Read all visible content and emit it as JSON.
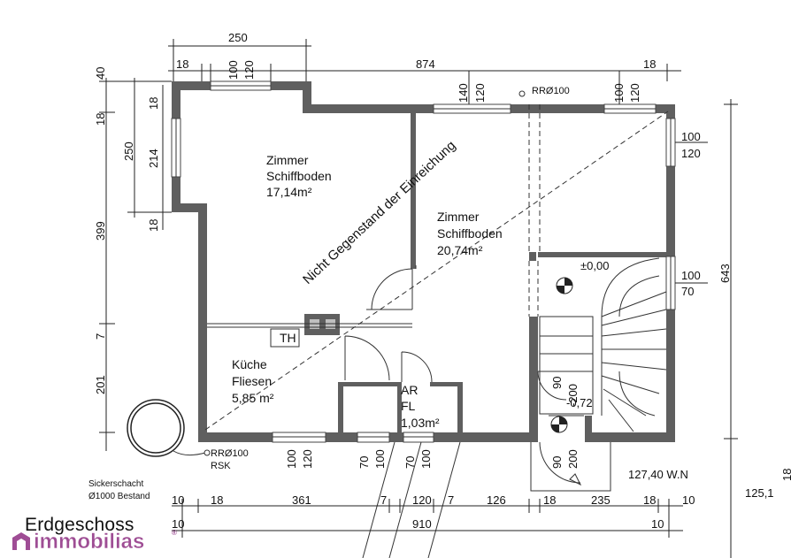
{
  "plan": {
    "floor_label": "Erdgeschoss",
    "watermark": "Nicht Gegenstand der Einreichung",
    "rooms": [
      {
        "name": "Zimmer",
        "floor": "Schiffboden",
        "area": "17,14m²"
      },
      {
        "name": "Zimmer",
        "floor": "Schiffboden",
        "area": "20,74m²"
      },
      {
        "name": "Küche",
        "floor": "Fliesen",
        "area": "5,85 m²"
      },
      {
        "name": "AR",
        "floor": "FL",
        "area": "1,03m²"
      }
    ],
    "labels": {
      "th": "TH",
      "rr_top": "RRØ100",
      "rr_bottom": "RRØ100",
      "rsk": "RSK",
      "sickerschacht": "Sickerschacht",
      "sickerschacht_sub": "Ø1000 Bestand",
      "level_0": "±0,00",
      "level_1": "-0,72",
      "wn": "127,40 W.N",
      "ground": "125,1"
    },
    "dims_top": {
      "d250": "250",
      "d18a": "18",
      "d100a": "100",
      "d120a": "120",
      "d874": "874",
      "d140": "140",
      "d120b": "120",
      "d100b": "100",
      "d120c": "120",
      "d18b": "18"
    },
    "dims_left": {
      "d40": "40",
      "d18a": "18",
      "d250": "250",
      "d214": "214",
      "d18b": "18",
      "d399": "399",
      "d7": "7",
      "d201": "201",
      "d18c": "18"
    },
    "dims_right": {
      "d100a": "100",
      "d120": "120",
      "d100b": "100",
      "d70": "70",
      "d643": "643",
      "d18": "18"
    },
    "dims_bottom_openings": {
      "a100": "100",
      "a120": "120",
      "b70": "70",
      "b100": "100",
      "c70": "70",
      "c100": "100",
      "s90a": "90",
      "s200a": "-200",
      "s90b": "90",
      "s200b": "200"
    },
    "dims_bottom_row1": [
      "10",
      "18",
      "361",
      "7",
      "120",
      "7",
      "126",
      "18",
      "235",
      "18",
      "10"
    ],
    "dims_bottom_row2": [
      "10",
      "910",
      "10"
    ]
  },
  "brand": {
    "name": "immobilias",
    "mark": "®",
    "color": "#8e2e82"
  }
}
